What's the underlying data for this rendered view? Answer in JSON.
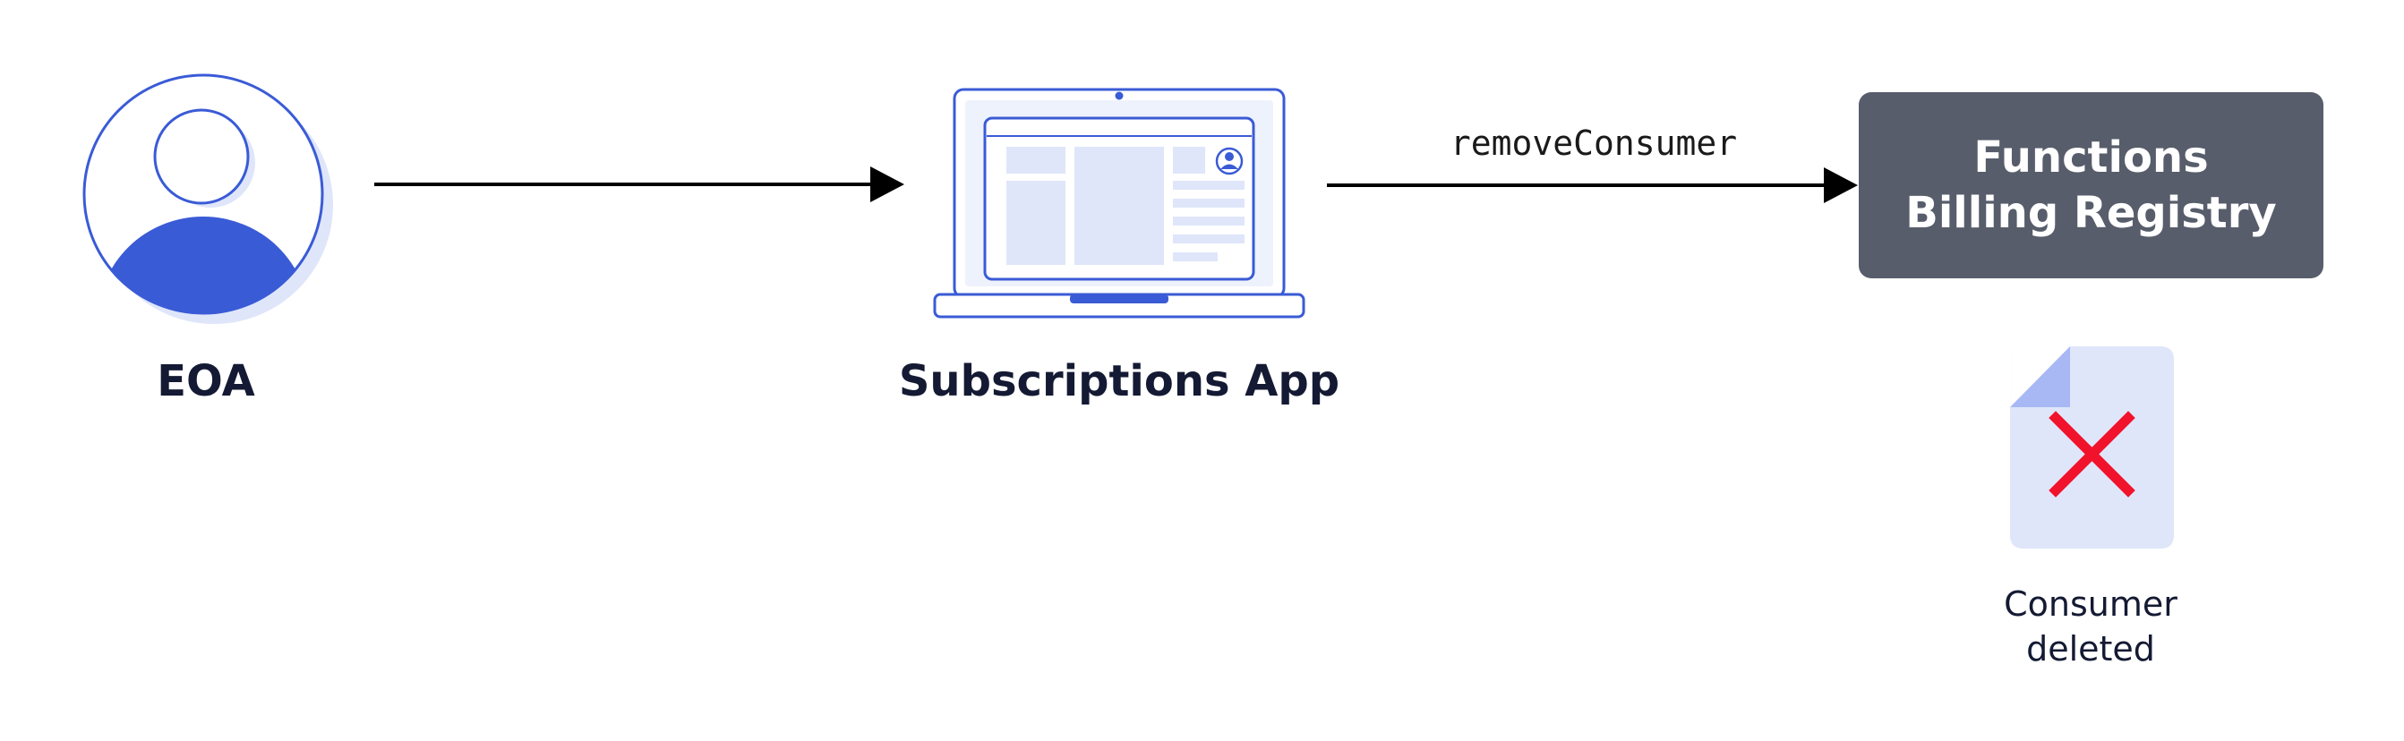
{
  "nodes": {
    "eoa": {
      "label": "EOA"
    },
    "app": {
      "label": "Subscriptions App"
    },
    "registry": {
      "label": "Functions Billing Registry"
    }
  },
  "edges": {
    "app_to_registry": {
      "label": "removeConsumer"
    }
  },
  "status": {
    "label": "Consumer deleted"
  },
  "colors": {
    "accent_blue": "#3a5bd6",
    "light_blue": "#dfe6fa",
    "registry_gray": "#575d6b",
    "delete_red": "#f0132b",
    "arrow": "#000000"
  }
}
